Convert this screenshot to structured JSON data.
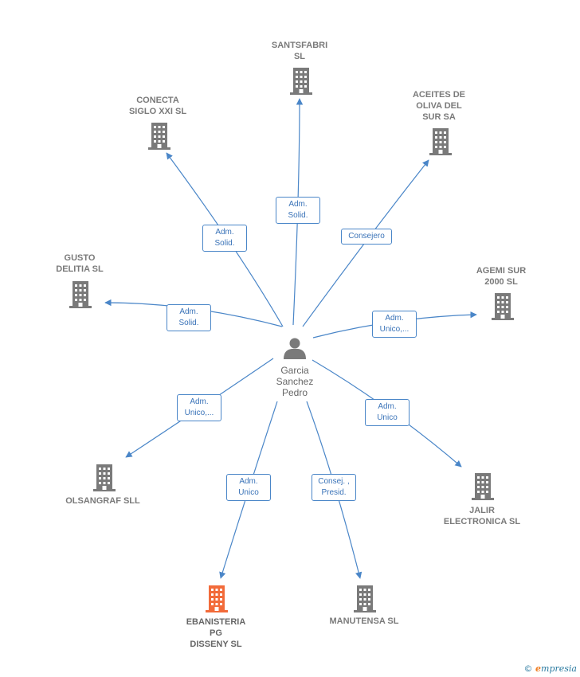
{
  "colors": {
    "edge": "#4a86c8",
    "node": "#7a7a7a",
    "highlight": "#f26b3a",
    "person": "#7a7a7a"
  },
  "center": {
    "label": "Garcia\nSanchez\nPedro",
    "icon": "person-icon"
  },
  "companies": [
    {
      "id": "santsfabri",
      "name": "SANTSFABRI\nSL",
      "role": "Adm.\nSolid.",
      "highlight": false
    },
    {
      "id": "conecta",
      "name": "CONECTA\nSIGLO XXI  SL",
      "role": "Adm.\nSolid.",
      "highlight": false
    },
    {
      "id": "aceites",
      "name": "ACEITES DE\nOLIVA DEL\nSUR SA",
      "role": "Consejero",
      "highlight": false
    },
    {
      "id": "gusto",
      "name": "GUSTO\nDELITIA  SL",
      "role": "Adm.\nSolid.",
      "highlight": false
    },
    {
      "id": "agemi",
      "name": "AGEMI SUR\n2000 SL",
      "role": "Adm.\nUnico,...",
      "highlight": false
    },
    {
      "id": "olsangraf",
      "name": "OLSANGRAF SLL",
      "role": "Adm.\nUnico,...",
      "highlight": false
    },
    {
      "id": "jalir",
      "name": "JALIR\nELECTRONICA SL",
      "role": "Adm.\nUnico",
      "highlight": false
    },
    {
      "id": "ebanisteria",
      "name": "EBANISTERIA\nPG\nDISSENY  SL",
      "role": "Adm.\nUnico",
      "highlight": true
    },
    {
      "id": "manutensa",
      "name": "MANUTENSA SL",
      "role": "Consej. ,\nPresid.",
      "highlight": false
    }
  ],
  "footer": {
    "copyright": "©",
    "brand_initial": "e",
    "brand_rest": "mpresia"
  }
}
